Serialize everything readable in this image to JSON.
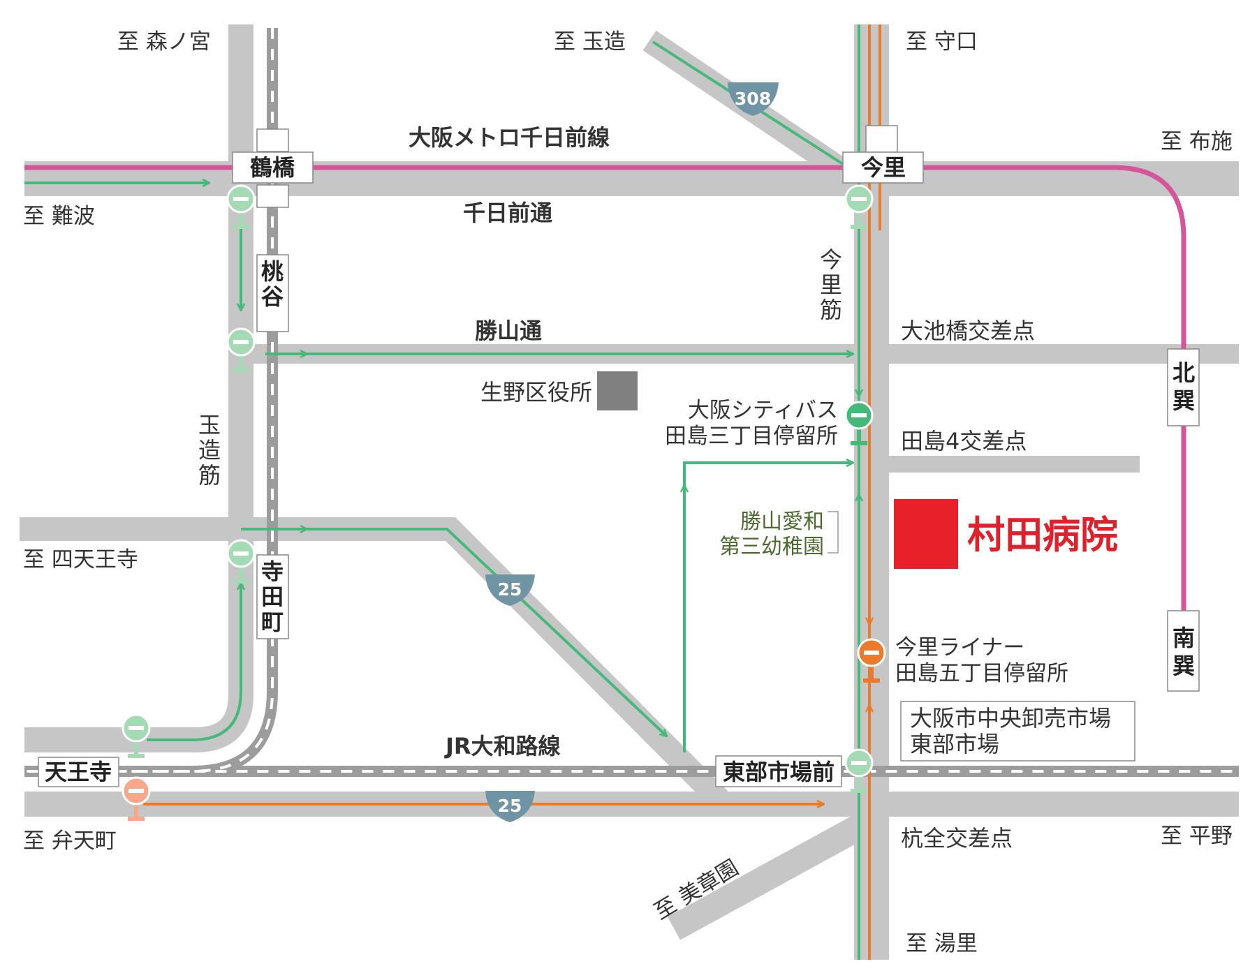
{
  "directions": {
    "morinomiya": "至 森ノ宮",
    "tamatsukuri": "至 玉造",
    "moriguchi": "至 守口",
    "fuse": "至 布施",
    "namba": "至 難波",
    "shitennoji": "至 四天王寺",
    "bentencho": "至 弁天町",
    "hirano": "至 平野",
    "mikusono": "至 美章園",
    "yuzato": "至 湯里"
  },
  "lines": {
    "metro": "大阪メトロ千日前線",
    "jr": "JR大和路線"
  },
  "roads": {
    "sennichimae_dori": "千日前通",
    "katsuyama_dori": "勝山通",
    "imazato_suji": "今里筋",
    "tamatsukuri_suji": "玉造筋"
  },
  "route_numbers": {
    "r308": "308",
    "r25": "25"
  },
  "stations": {
    "tsuruhashi": "鶴橋",
    "imazato": "今里",
    "momodani": "桃谷",
    "teradacho": "寺田町",
    "tennoji": "天王寺",
    "tobu_ichibamae": "東部市場前",
    "kitatatsumi": "北巽",
    "minamitatsumi": "南巽"
  },
  "intersections": {
    "oikebashi": "大池橋交差点",
    "tajima4": "田島4交差点",
    "kuizen": "杭全交差点"
  },
  "landmarks": {
    "ward_office": "生野区役所",
    "kindergarten_line1": "勝山愛和",
    "kindergarten_line2": "第三幼稚園",
    "market_line1": "大阪市中央卸売市場",
    "market_line2": "東部市場"
  },
  "bus_stops": {
    "city_bus_line1": "大阪シティバス",
    "city_bus_line2": "田島三丁目停留所",
    "liner_line1": "今里ライナー",
    "liner_line2": "田島五丁目停留所"
  },
  "hospital": {
    "name": "村田病院"
  },
  "colors": {
    "road": "#c6c6c6",
    "metro": "#d6559a",
    "bus_green": "#45b97a",
    "bus_orange": "#ec7a2b",
    "jr_rail": "#9c9c9c",
    "route_shield": "#6f95a5",
    "hospital": "#e8202a"
  },
  "icons": {
    "bus_stop_green": "bus-stop-icon",
    "bus_stop_orange": "bus-stop-icon",
    "route_shield": "route-shield-icon",
    "hospital_marker": "hospital-marker-icon"
  }
}
